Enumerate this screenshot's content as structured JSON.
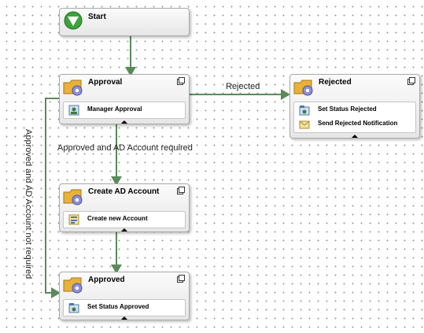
{
  "nodes": {
    "start": {
      "title": "Start"
    },
    "approval": {
      "title": "Approval",
      "activities": [
        "Manager Approval"
      ]
    },
    "rejected": {
      "title": "Rejected",
      "activities": [
        "Set Status Rejected",
        "Send Rejected Notification"
      ]
    },
    "create_ad_account": {
      "title": "Create AD Account",
      "activities": [
        "Create new Account"
      ]
    },
    "approved": {
      "title": "Approved",
      "activities": [
        "Set Status Approved"
      ]
    }
  },
  "edges": {
    "rejected_label": "Rejected",
    "ad_required_label": "Approved and AD Account required",
    "ad_not_required_label": "Approved and AD Account not required"
  },
  "colors": {
    "connector": "#5a8a5a",
    "start_icon": "#3da33a"
  },
  "icons": {
    "start": "green-down-arrow-icon",
    "state": "folder-gear-icon",
    "collapse": "collapse-window-icon",
    "activity": "activity-icon"
  }
}
